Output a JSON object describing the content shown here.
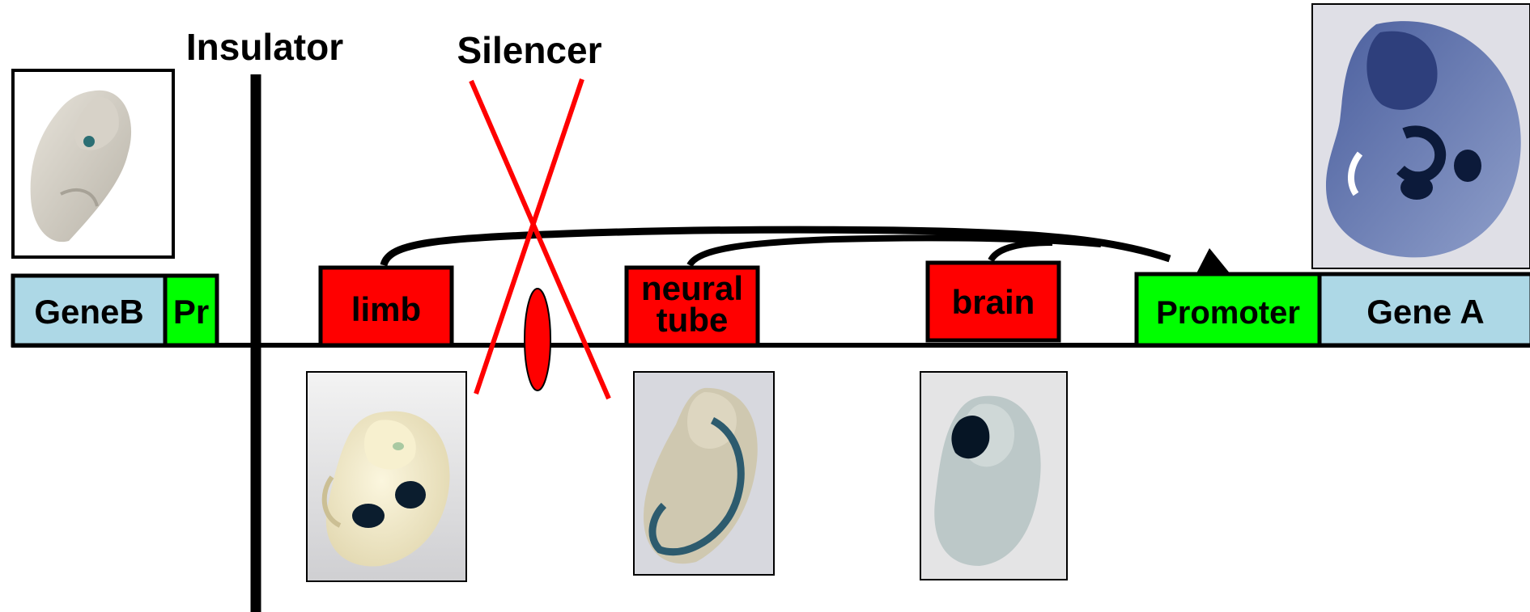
{
  "labels": {
    "insulator": "Insulator",
    "silencer": "Silencer",
    "gene_b": "GeneB",
    "pr": "Pr",
    "limb": "limb",
    "neural_line1": "neural",
    "neural_line2": "tube",
    "brain": "brain",
    "promoter": "Promoter",
    "gene_a": "Gene A"
  },
  "colors": {
    "gene_box": "#add8e6",
    "promoter_box": "#00ff00",
    "enhancer_box": "#ff0000",
    "silencer_cross": "#ff0000",
    "line": "#000000",
    "embryo_pale": "#cfcbc2",
    "embryo_blue": "#3a4e8c",
    "stain_dark": "#0b1d2e"
  },
  "icons": [
    "embryo-small-photo",
    "embryo-limb-photo",
    "embryo-neural-tube-photo",
    "embryo-brain-photo",
    "embryo-gene-a-photo"
  ]
}
